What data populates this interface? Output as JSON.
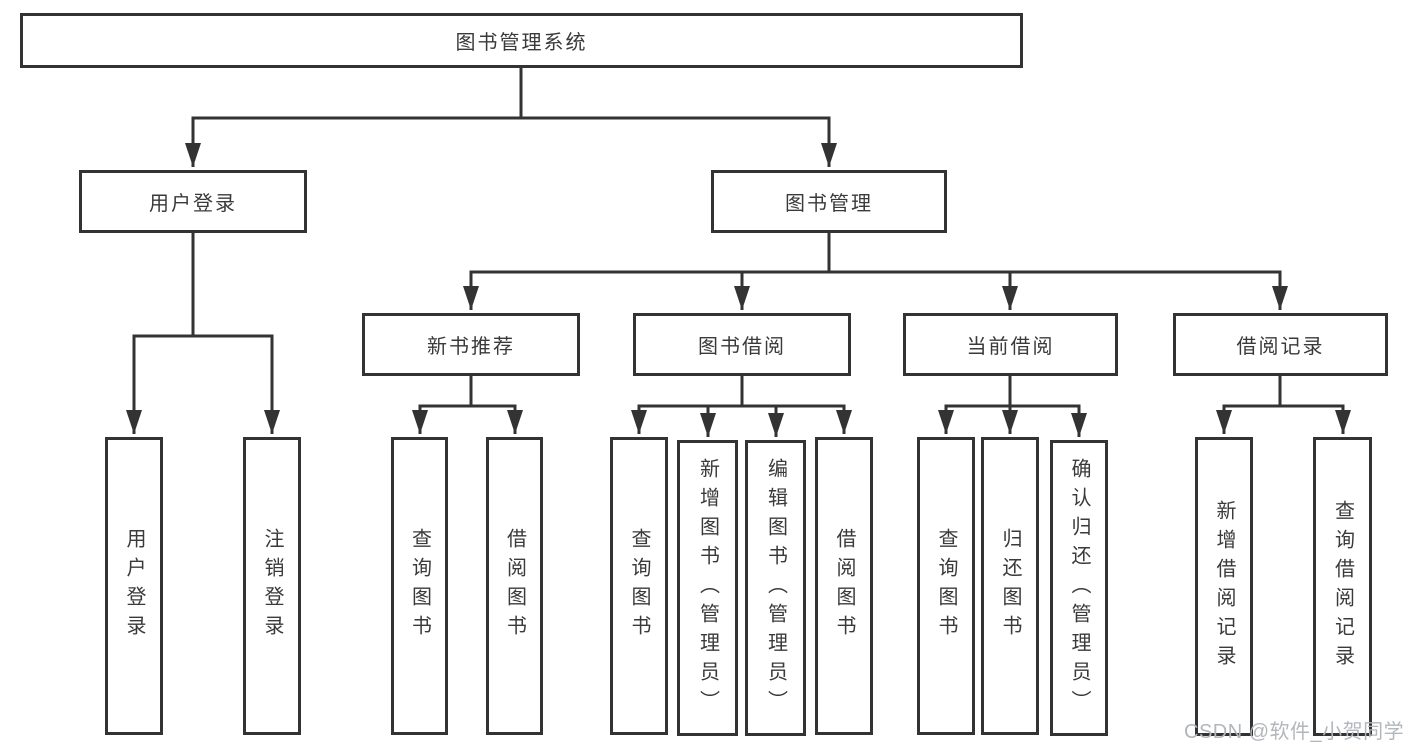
{
  "diagram_type": "tree",
  "tree": {
    "label": "图书管理系统",
    "children": [
      {
        "label": "用户登录",
        "children": [
          {
            "label": "用户登录"
          },
          {
            "label": "注销登录"
          }
        ]
      },
      {
        "label": "图书管理",
        "children": [
          {
            "label": "新书推荐",
            "children": [
              {
                "label": "查询图书"
              },
              {
                "label": "借阅图书"
              }
            ]
          },
          {
            "label": "图书借阅",
            "children": [
              {
                "label": "查询图书"
              },
              {
                "label": "新增图书（管理员）"
              },
              {
                "label": "编辑图书（管理员）"
              },
              {
                "label": "借阅图书"
              }
            ]
          },
          {
            "label": "当前借阅",
            "children": [
              {
                "label": "查询图书"
              },
              {
                "label": "归还图书"
              },
              {
                "label": "确认归还（管理员）"
              }
            ]
          },
          {
            "label": "借阅记录",
            "children": [
              {
                "label": "新增借阅记录"
              },
              {
                "label": "查询借阅记录"
              }
            ]
          }
        ]
      }
    ]
  },
  "watermark": {
    "text": "CSDN @软件_小贺同学"
  },
  "colors": {
    "line": "#333333",
    "box_border": "#333333",
    "text": "#3a3a3a",
    "background": "#ffffff",
    "watermark": "#b2b7bc"
  }
}
